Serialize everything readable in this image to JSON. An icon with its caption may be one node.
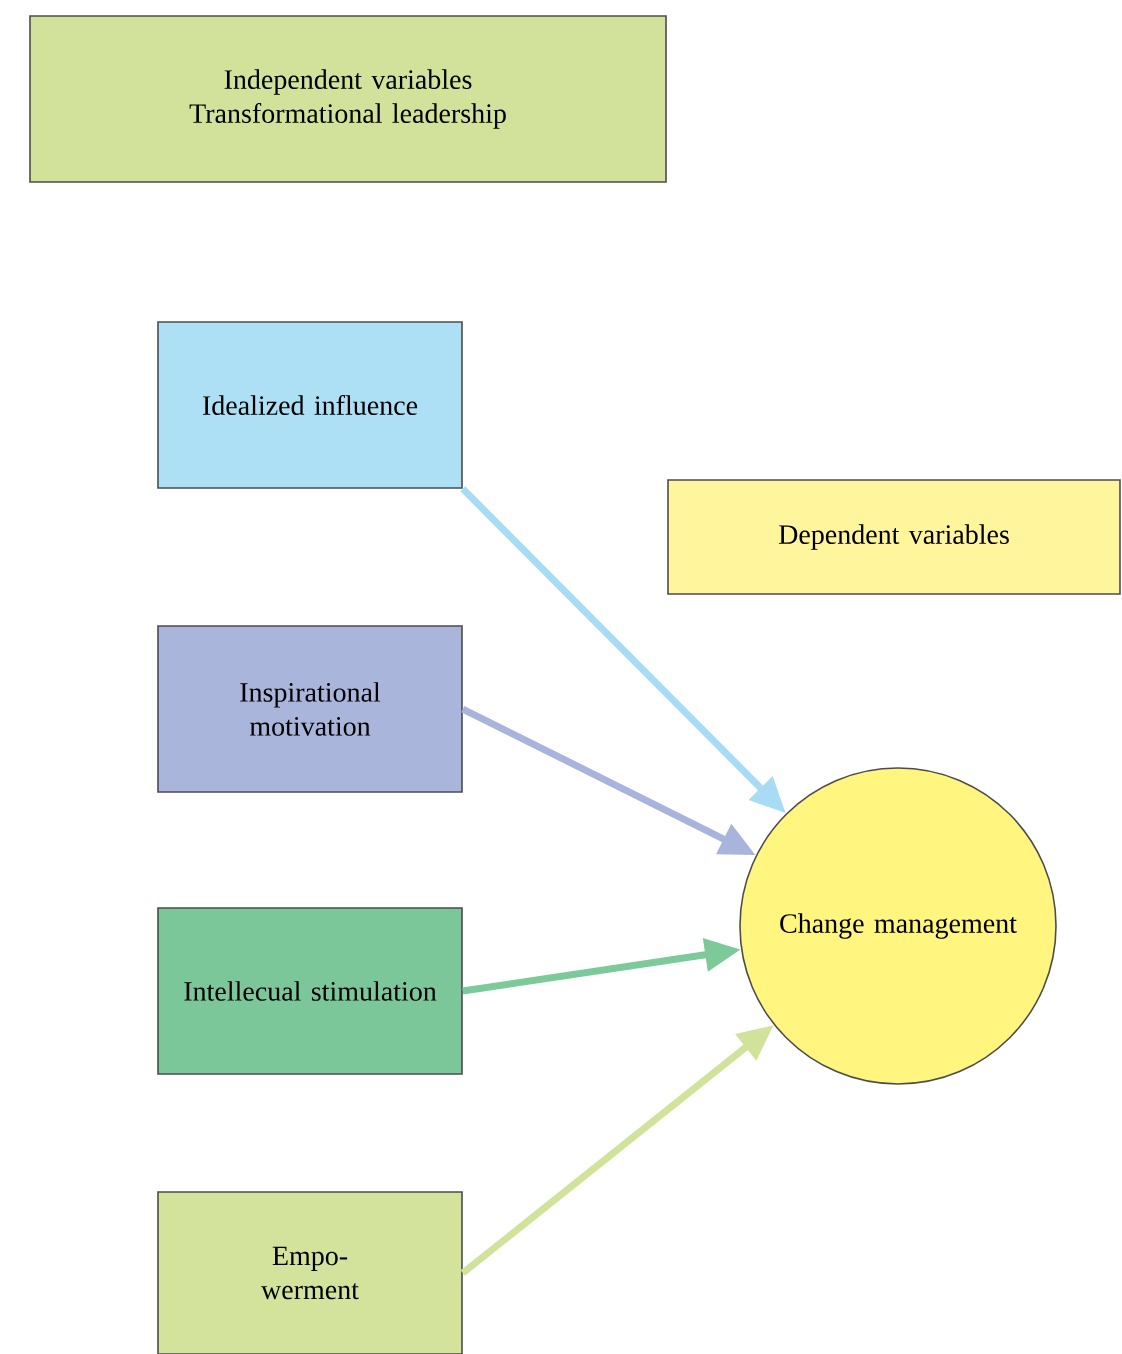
{
  "diagram": {
    "nodes": [
      {
        "text": [
          "Independent variables",
          "Transformational leadership"
        ]
      },
      {
        "text": [
          "Idealized influence"
        ]
      },
      {
        "text": [
          "Inspirational motivation"
        ]
      },
      {
        "text": [
          "Intellecual stimulation"
        ]
      },
      {
        "text": [
          "Empo- werment"
        ]
      },
      {
        "text": [
          "Dependent variables"
        ]
      },
      {
        "text": [
          "Change management"
        ]
      }
    ],
    "edges": [
      {
        "from": 1,
        "to": 6,
        "arrow": "to",
        "color": "#a8dcf4"
      },
      {
        "from": 2,
        "to": 6,
        "arrow": "to",
        "color": "#a9b4dc"
      },
      {
        "from": 3,
        "to": 6,
        "arrow": "to",
        "color": "#7cc99a"
      },
      {
        "from": 4,
        "to": 6,
        "arrow": "to",
        "color": "#d1e39a"
      }
    ]
  }
}
